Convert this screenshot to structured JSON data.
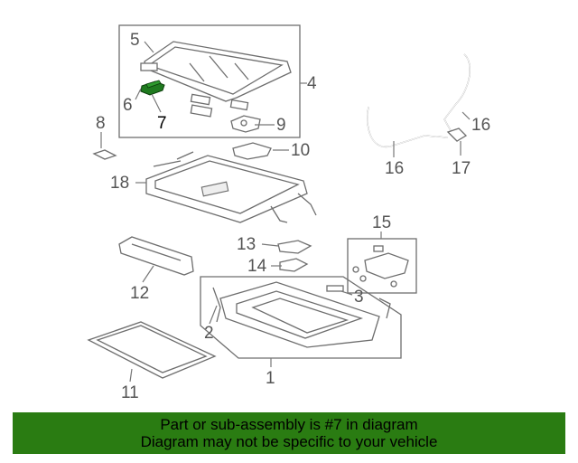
{
  "diagram": {
    "callouts": [
      {
        "id": "1",
        "text": "1"
      },
      {
        "id": "2",
        "text": "2"
      },
      {
        "id": "3",
        "text": "3"
      },
      {
        "id": "4",
        "text": "4"
      },
      {
        "id": "5",
        "text": "5"
      },
      {
        "id": "6",
        "text": "6"
      },
      {
        "id": "7",
        "text": "7"
      },
      {
        "id": "8",
        "text": "8"
      },
      {
        "id": "9",
        "text": "9"
      },
      {
        "id": "10",
        "text": "10"
      },
      {
        "id": "11",
        "text": "11"
      },
      {
        "id": "12",
        "text": "12"
      },
      {
        "id": "13",
        "text": "13"
      },
      {
        "id": "14",
        "text": "14"
      },
      {
        "id": "15",
        "text": "15"
      },
      {
        "id": "16a",
        "text": "16"
      },
      {
        "id": "16b",
        "text": "16"
      },
      {
        "id": "17",
        "text": "17"
      },
      {
        "id": "18",
        "text": "18"
      }
    ],
    "highlighted_part": "7",
    "highlight_color": "#1f7a1f"
  },
  "banner": {
    "line1": "Part or sub-assembly is #7 in diagram",
    "line2": "Diagram may not be specific to your vehicle",
    "background": "#2a7c12"
  }
}
